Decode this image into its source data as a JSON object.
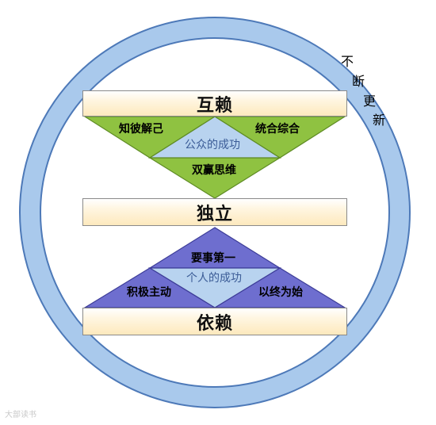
{
  "ring_text": [
    "不",
    "断",
    "更",
    "新"
  ],
  "top": {
    "bar": "互赖",
    "left": "知彼解己",
    "right": "统合综合",
    "center": "公众的成功",
    "bottom": "双赢思维"
  },
  "middle": {
    "bar": "独立"
  },
  "bottom": {
    "bar": "依赖",
    "top": "要事第一",
    "center": "个人的成功",
    "left": "积极主动",
    "right": "以终为始"
  },
  "watermark": "大部读书",
  "colors": {
    "ring": "#a9c9ec",
    "ring_stroke": "#4d79b8",
    "green": "#8fc241",
    "green_stroke": "#5e8b24",
    "light_blue": "#b8d3ef",
    "purple": "#6e6ecf",
    "purple_stroke": "#3d3d98"
  }
}
